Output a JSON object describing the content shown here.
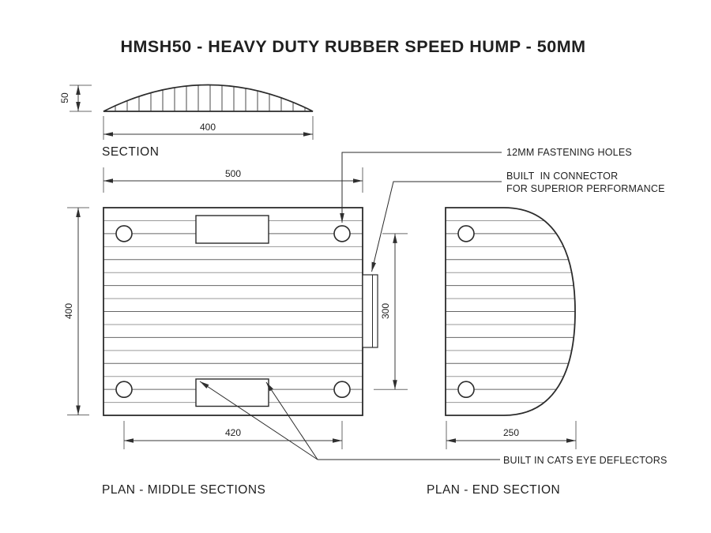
{
  "title": "HMSH50 - HEAVY DUTY RUBBER SPEED HUMP - 50MM",
  "views": {
    "section": {
      "label": "SECTION",
      "dim_height_mm": "50",
      "dim_width_mm": "400"
    },
    "plan_middle": {
      "label": "PLAN - MIDDLE SECTIONS",
      "dim_top_mm": "500",
      "dim_left_mm": "400",
      "dim_holes_mm": "420",
      "dim_connector_mm": "300"
    },
    "plan_end": {
      "label": "PLAN - END SECTION",
      "dim_width_mm": "250"
    }
  },
  "callouts": {
    "fastening_holes": "12MM FASTENING HOLES",
    "connector_line1": "BUILT  IN CONNECTOR",
    "connector_line2": "FOR SUPERIOR PERFORMANCE",
    "cats_eye": "BUILT IN CATS EYE DEFLECTORS"
  },
  "colors": {
    "background": "#ffffff",
    "outline": "#2b2b2b",
    "rib_line": "#8c8c8c",
    "dimension_line": "#3a3a3a",
    "text": "#1f1f1f"
  }
}
